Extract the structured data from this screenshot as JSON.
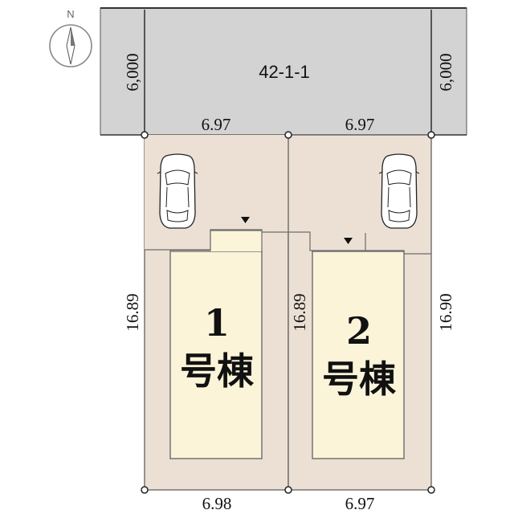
{
  "compass": {
    "label": "N"
  },
  "road": {
    "label": "42-1-1",
    "width_left": "6,000",
    "width_right": "6,000"
  },
  "lot1": {
    "number": "1",
    "name": "号棟",
    "top_width": "6.97",
    "bottom_width": "6.98",
    "depth": "16.89"
  },
  "lot2": {
    "number": "2",
    "name": "号棟",
    "top_width": "6.97",
    "bottom_width": "6.97",
    "depth_left": "16.89",
    "depth_right": "16.90"
  },
  "colors": {
    "road": "#d3d3d3",
    "lot": "#ece0d4",
    "building": "#fbf4d9"
  }
}
